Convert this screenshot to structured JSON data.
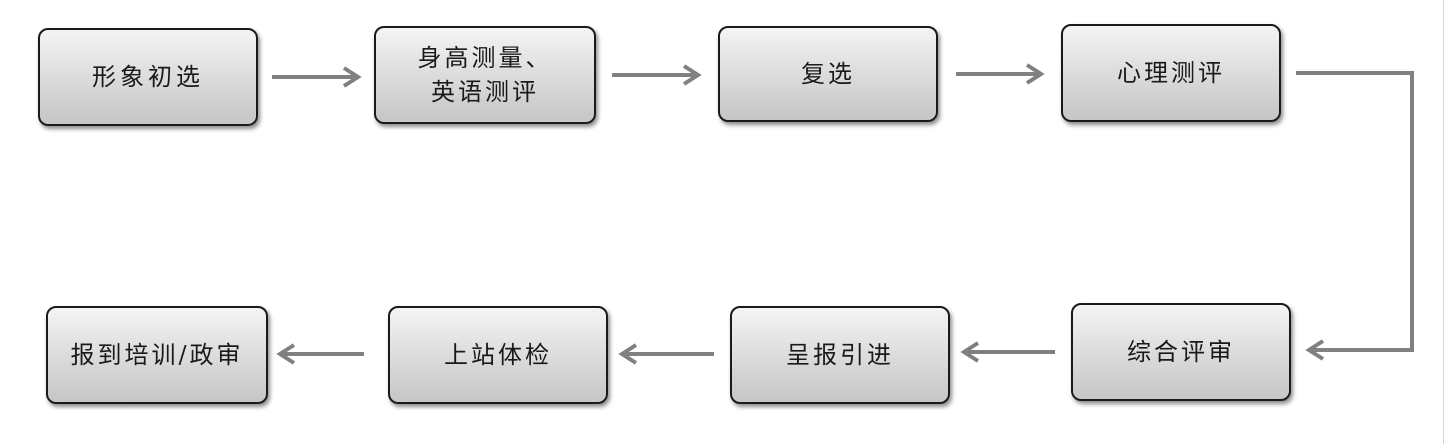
{
  "diagram": {
    "type": "flowchart",
    "steps": [
      {
        "id": "b1",
        "label": "形象初选"
      },
      {
        "id": "b2",
        "label": "身高测量、\n英语测评"
      },
      {
        "id": "b3",
        "label": "复选"
      },
      {
        "id": "b4",
        "label": "心理测评"
      },
      {
        "id": "b8",
        "label": "综合评审"
      },
      {
        "id": "b7",
        "label": "呈报引进"
      },
      {
        "id": "b6",
        "label": "上站体检"
      },
      {
        "id": "b5",
        "label": "报到培训/政审"
      }
    ],
    "edges": [
      {
        "from": "形象初选",
        "to": "身高测量、英语测评"
      },
      {
        "from": "身高测量、英语测评",
        "to": "复选"
      },
      {
        "from": "复选",
        "to": "心理测评"
      },
      {
        "from": "心理测评",
        "to": "综合评审"
      },
      {
        "from": "综合评审",
        "to": "呈报引进"
      },
      {
        "from": "呈报引进",
        "to": "上站体检"
      },
      {
        "from": "上站体检",
        "to": "报到培训/政审"
      }
    ],
    "colors": {
      "box_border": "#1a1a1a",
      "box_fill_top": "#f4f4f4",
      "box_fill_bottom": "#c6c6c6",
      "arrow": "#808080",
      "text": "#1a1a1a"
    }
  }
}
